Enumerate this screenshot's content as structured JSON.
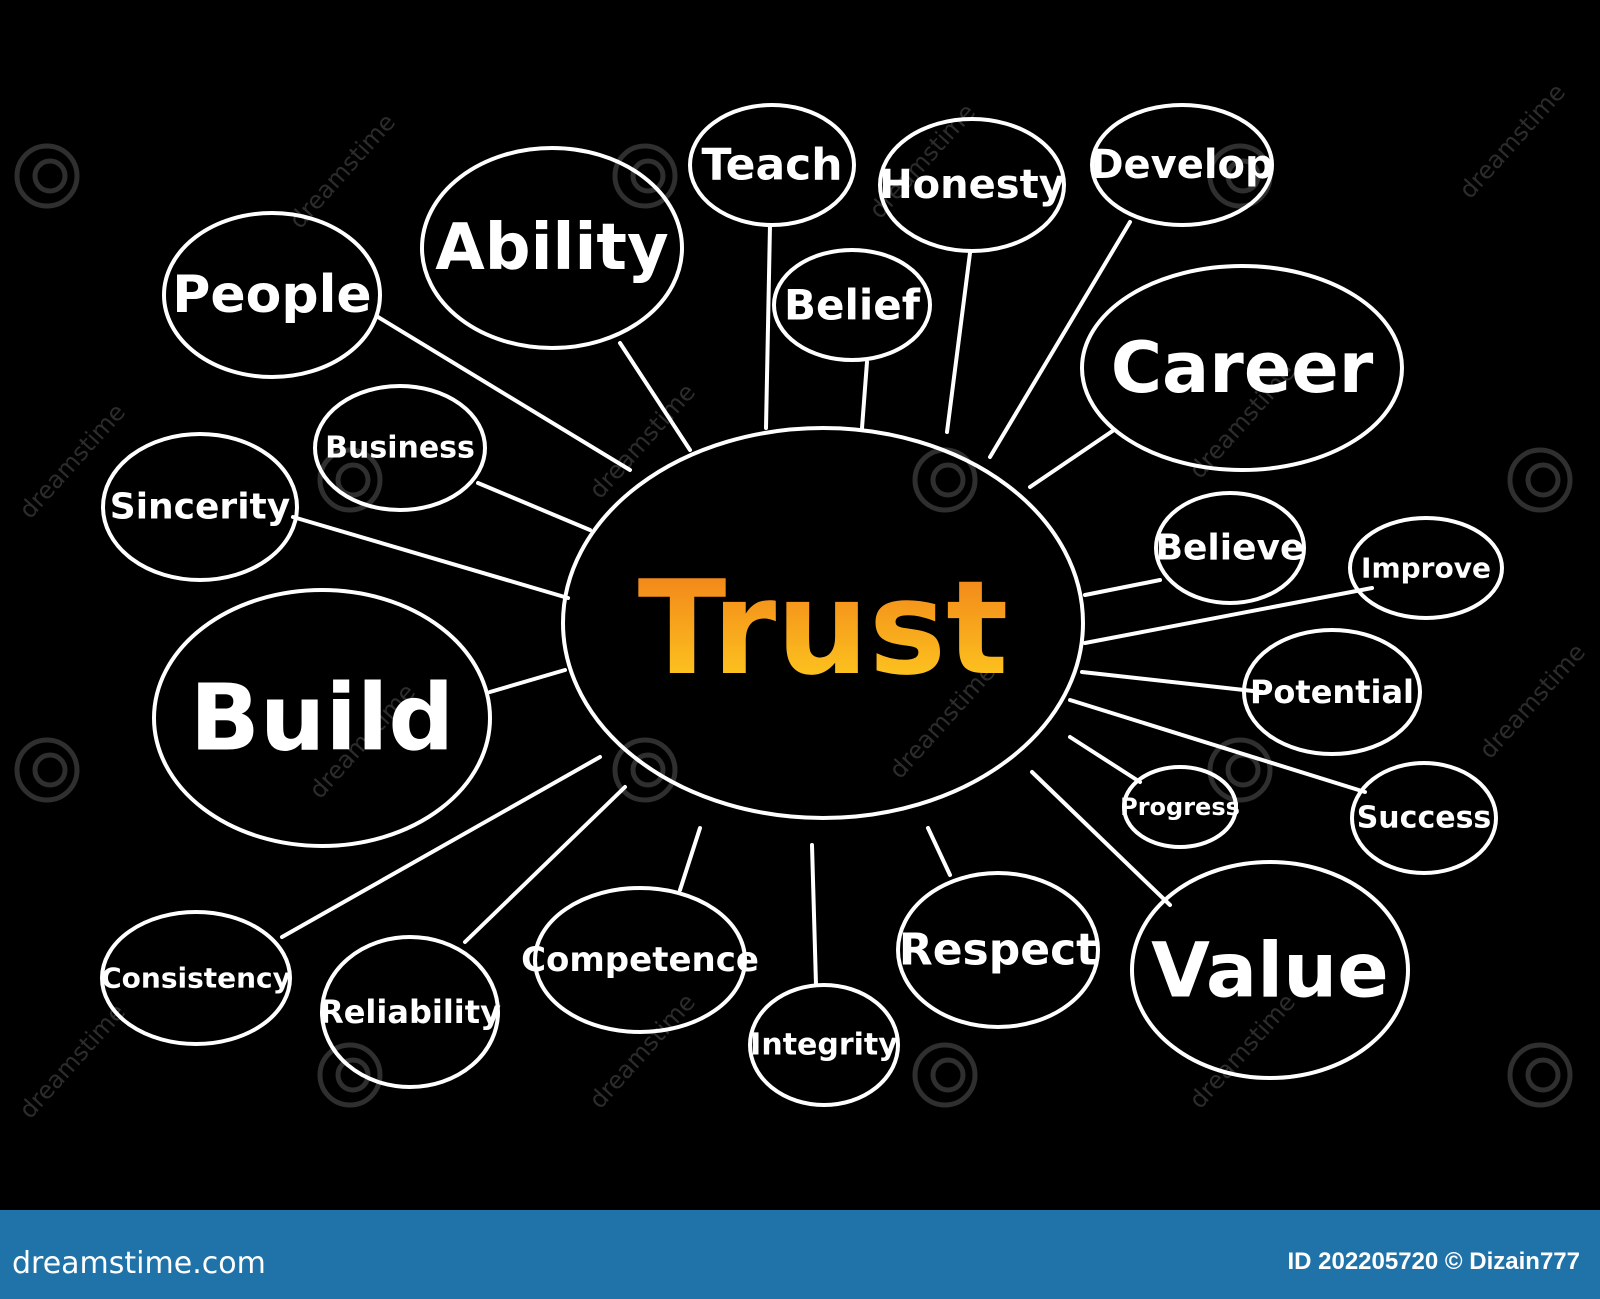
{
  "center": {
    "label": "Trust"
  },
  "nodes": [
    {
      "id": "people",
      "label": "People"
    },
    {
      "id": "ability",
      "label": "Ability"
    },
    {
      "id": "teach",
      "label": "Teach"
    },
    {
      "id": "honesty",
      "label": "Honesty"
    },
    {
      "id": "develop",
      "label": "Develop"
    },
    {
      "id": "belief",
      "label": "Belief"
    },
    {
      "id": "career",
      "label": "Career"
    },
    {
      "id": "business",
      "label": "Business"
    },
    {
      "id": "sincerity",
      "label": "Sincerity"
    },
    {
      "id": "believe",
      "label": "Believe"
    },
    {
      "id": "improve",
      "label": "Improve"
    },
    {
      "id": "build",
      "label": "Build"
    },
    {
      "id": "potential",
      "label": "Potential"
    },
    {
      "id": "progress",
      "label": "Progress"
    },
    {
      "id": "success",
      "label": "Success"
    },
    {
      "id": "consistency",
      "label": "Consistency"
    },
    {
      "id": "reliability",
      "label": "Reliability"
    },
    {
      "id": "competence",
      "label": "Competence"
    },
    {
      "id": "integrity",
      "label": "Integrity"
    },
    {
      "id": "respect",
      "label": "Respect"
    },
    {
      "id": "value",
      "label": "Value"
    }
  ],
  "watermark": {
    "text": "dreamstime"
  },
  "footer": {
    "brand": "dreamstime.com",
    "stock_id": "ID 202205720 © Dizain777"
  },
  "colors": {
    "background": "#000000",
    "stroke": "#ffffff",
    "center_gradient_top": "#f07a1a",
    "center_gradient_bottom": "#ffd21f",
    "footer": "#1f73a8"
  }
}
